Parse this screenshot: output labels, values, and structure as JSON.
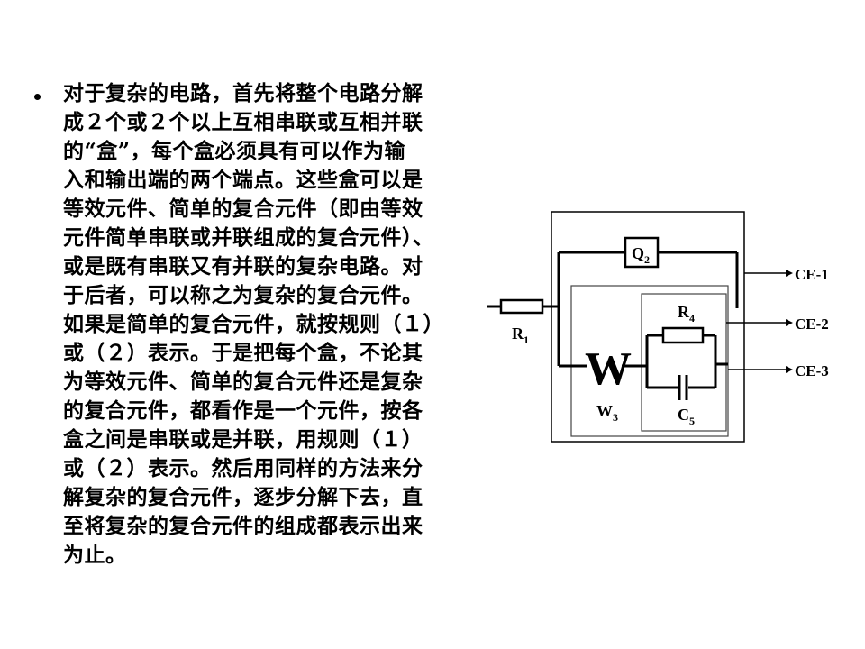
{
  "text_lines": [
    "对于复杂的电路，首先将整个电路分解",
    "成２个或２个以上互相串联或互相并联",
    "的“盒”，每个盒必须具有可以作为输",
    "入和输出端的两个端点。这些盒可以是",
    "等效元件、简单的复合元件（即由等效",
    "元件简单串联或并联组成的复合元件）、",
    "或是既有串联又有并联的复杂电路。对",
    "于后者，可以称之为复杂的复合元件。",
    "如果是简单的复合元件，就按规则（１）",
    "或（２）表示。于是把每个盒，不论其",
    "为等效元件、简单的复合元件还是复杂",
    "的复合元件，都看作是一个元件，按各",
    "盒之间是串联或是并联，用规则（１）",
    "或（２）表示。然后用同样的方法来分",
    "解复杂的复合元件，逐步分解下去，直",
    "至将复杂的复合元件的组成都表示出来",
    "为止。"
  ],
  "circuit": {
    "r1_label": "R",
    "r1_sub": "1",
    "q2_label": "Q",
    "q2_sub": "2",
    "r4_label": "R",
    "r4_sub": "4",
    "w3_label": "W",
    "w3_sub": "3",
    "c5_label": "C",
    "c5_sub": "5",
    "w_symbol": "W",
    "ce1": "CE-1",
    "ce2": "CE-2",
    "ce3": "CE-3"
  }
}
